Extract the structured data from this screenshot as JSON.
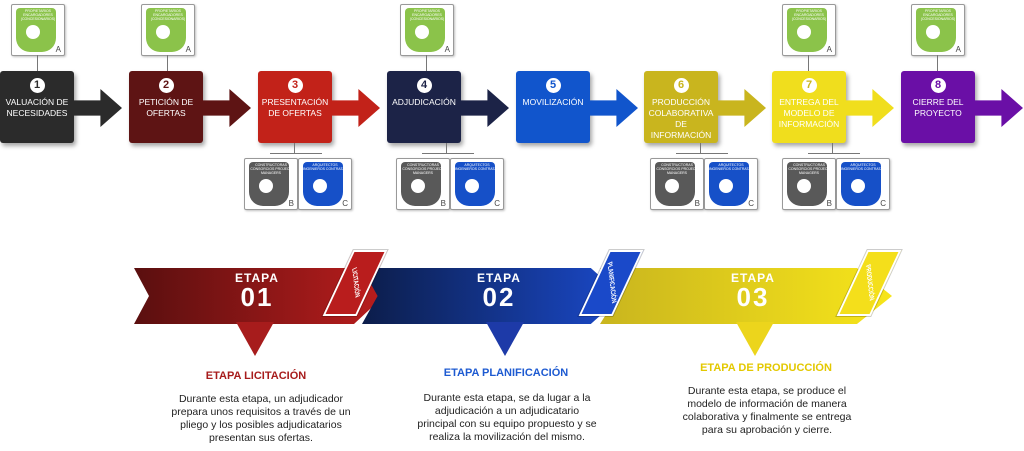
{
  "colors": {
    "step1": "#2b2b2b",
    "step2": "#5e1414",
    "step3": "#c22219",
    "step4": "#1c2347",
    "step5": "#1155cc",
    "step6": "#c9b51e",
    "step7": "#f0de1d",
    "step8": "#6a0fa6",
    "card_green": "#8bc34a",
    "card_gray": "#595959",
    "card_blue": "#1650c8",
    "stage1": "#a71c1c",
    "stage2": "#1d3aa8",
    "stage3": "#ecd51c",
    "title1": "#a71c1c",
    "title2": "#1d5ad1",
    "title3": "#e3c800"
  },
  "steps": [
    {
      "number": "1",
      "label": "VALUACIÓN DE NECESIDADES"
    },
    {
      "number": "2",
      "label": "PETICIÓN DE OFERTAS"
    },
    {
      "number": "3",
      "label": "PRESENTACIÓN DE OFERTAS"
    },
    {
      "number": "4",
      "label": "ADJUDICACIÓN"
    },
    {
      "number": "5",
      "label": "MOVILIZACIÓN"
    },
    {
      "number": "6",
      "label": "PRODUCCIÓN COLABORATIVA DE INFORMACIÓN"
    },
    {
      "number": "7",
      "label": "ENTREGA DEL MODELO DE INFORMACIÓN"
    },
    {
      "number": "8",
      "label": "CIERRE DEL PROYECTO"
    }
  ],
  "cards": {
    "a_text": "PROPIETARIOS ENCARGADORES (CONCESIONARIOS)",
    "a_letter": "A",
    "b_text": "CONSTRUCTORAS CONSORCIOS PROJECT MANAGERS",
    "b_letter": "B",
    "c_text": "ARQUITECTOS INGENIEROS CONTRATAS",
    "c_letter": "C"
  },
  "stages": [
    {
      "etapa": "ETAPA",
      "number": "01",
      "tag": "LICITACIÓN",
      "title": "ETAPA LICITACIÓN",
      "text": "Durante esta etapa, un adjudicador prepara unos requisitos a través de un pliego y los posibles adjudicatarios presentan sus ofertas."
    },
    {
      "etapa": "ETAPA",
      "number": "02",
      "tag": "PLANIFICACIÓN",
      "title": "ETAPA PLANIFICACIÓN",
      "text": "Durante esta etapa, se da lugar a la adjudicación a un adjudicatario principal con su equipo propuesto y se realiza la movilización del mismo."
    },
    {
      "etapa": "ETAPA",
      "number": "03",
      "tag": "PRODUCCIÓN",
      "title": "ETAPA DE PRODUCCIÓN",
      "text": "Durante esta etapa, se produce el modelo de información de manera colaborativa y finalmente se entrega para su aprobación y cierre."
    }
  ]
}
